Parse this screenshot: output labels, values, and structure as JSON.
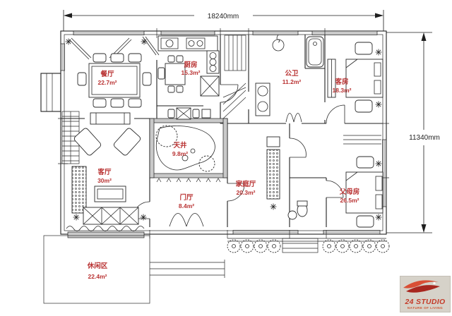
{
  "canvas": {
    "background": "#ffffff"
  },
  "colors": {
    "line": "#1f1f1f",
    "label_red": "#b93232",
    "window_fill": "#c9c9c9",
    "logo_red": "#c43a28"
  },
  "dimensions": {
    "top": "18240mm",
    "right": "11340mm"
  },
  "rooms": [
    {
      "id": "dining-room",
      "label": "餐厅",
      "area": "22.7m²"
    },
    {
      "id": "kitchen",
      "label": "厨房",
      "area": "15.3m²"
    },
    {
      "id": "public-bathroom",
      "label": "公卫",
      "area": "11.2m²"
    },
    {
      "id": "guest-room",
      "label": "客房",
      "area": "18.3m²"
    },
    {
      "id": "living-room",
      "label": "客厅",
      "area": "30m²"
    },
    {
      "id": "courtyard",
      "label": "天井",
      "area": "9.8m²"
    },
    {
      "id": "foyer",
      "label": "门厅",
      "area": "8.4m²"
    },
    {
      "id": "family-room",
      "label": "家庭厅",
      "area": "20.3m²"
    },
    {
      "id": "parents-room",
      "label": "父母房",
      "area": "26.5m²"
    },
    {
      "id": "leisure-area",
      "label": "休闲区",
      "area": "22.4m²"
    }
  ],
  "logo": {
    "title": "24 STUDIO",
    "subtitle": "NATURE OF LIVING"
  }
}
